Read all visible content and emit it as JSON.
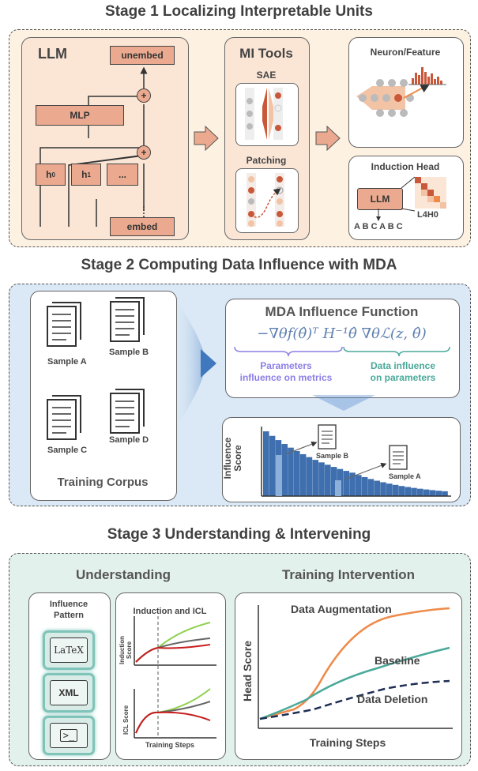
{
  "stage1": {
    "title": "Stage 1 Localizing Interpretable Units",
    "llm": {
      "label": "LLM",
      "unembed": "unembed",
      "mlp": "MLP",
      "h0": "h",
      "h0_sub": "0",
      "h1": "h",
      "h1_sub": "1",
      "hdots": "...",
      "embed": "embed",
      "plus": "+"
    },
    "mi": {
      "label": "MI Tools",
      "sae": "SAE",
      "patching": "Patching"
    },
    "neuron": {
      "label": "Neuron/Feature"
    },
    "induction": {
      "label": "Induction Head",
      "llm": "LLM",
      "tokens": "A B C A B C",
      "head": "L4H0"
    }
  },
  "stage2": {
    "title": "Stage 2 Computing Data Influence with MDA",
    "corpus": {
      "label": "Training Corpus",
      "samples": [
        "Sample A",
        "Sample B",
        "Sample C",
        "Sample D"
      ]
    },
    "mda": {
      "title": "MDA Influence Function",
      "formula": "−∇θf(θ̂)ᵀ H⁻¹θ̂ ∇θℒ(z, θ̂)",
      "left_caption": [
        "Parameters",
        "influence on metrics"
      ],
      "right_caption": [
        "Data influence",
        "on parameters"
      ]
    },
    "influence": {
      "ylabel_1": "Influence",
      "ylabel_2": "Score",
      "sample_b": "Sample B",
      "sample_a": "Sample A"
    }
  },
  "stage3": {
    "title": "Stage 3 Understanding & Intervening",
    "understanding": {
      "title": "Understanding",
      "pattern_label": [
        "Influence",
        "Pattern"
      ],
      "icons": [
        "LaTeX",
        "XML",
        "terminal"
      ],
      "icl_title": "Induction and ICL",
      "induction_ylabel": [
        "Induction",
        "Score"
      ],
      "icl_ylabel": "ICL Score",
      "xlabel": "Training Steps"
    },
    "intervention": {
      "title": "Training Intervention",
      "ylabel": "Head Score",
      "xlabel": "Training Steps",
      "curves": [
        "Data Augmentation",
        "Baseline",
        "Data Deletion"
      ]
    }
  },
  "colors": {
    "stage1_bg": "#fdf1e2",
    "stage2_bg": "#dbe8f5",
    "stage3_bg": "#e3f1ec",
    "accent_orange": "#ebaa8f",
    "purple": "#8a7fe6",
    "teal": "#4aa99a",
    "augment": "#ee8a4a",
    "baseline": "#4aa99a",
    "deletion": "#1f2e55"
  }
}
